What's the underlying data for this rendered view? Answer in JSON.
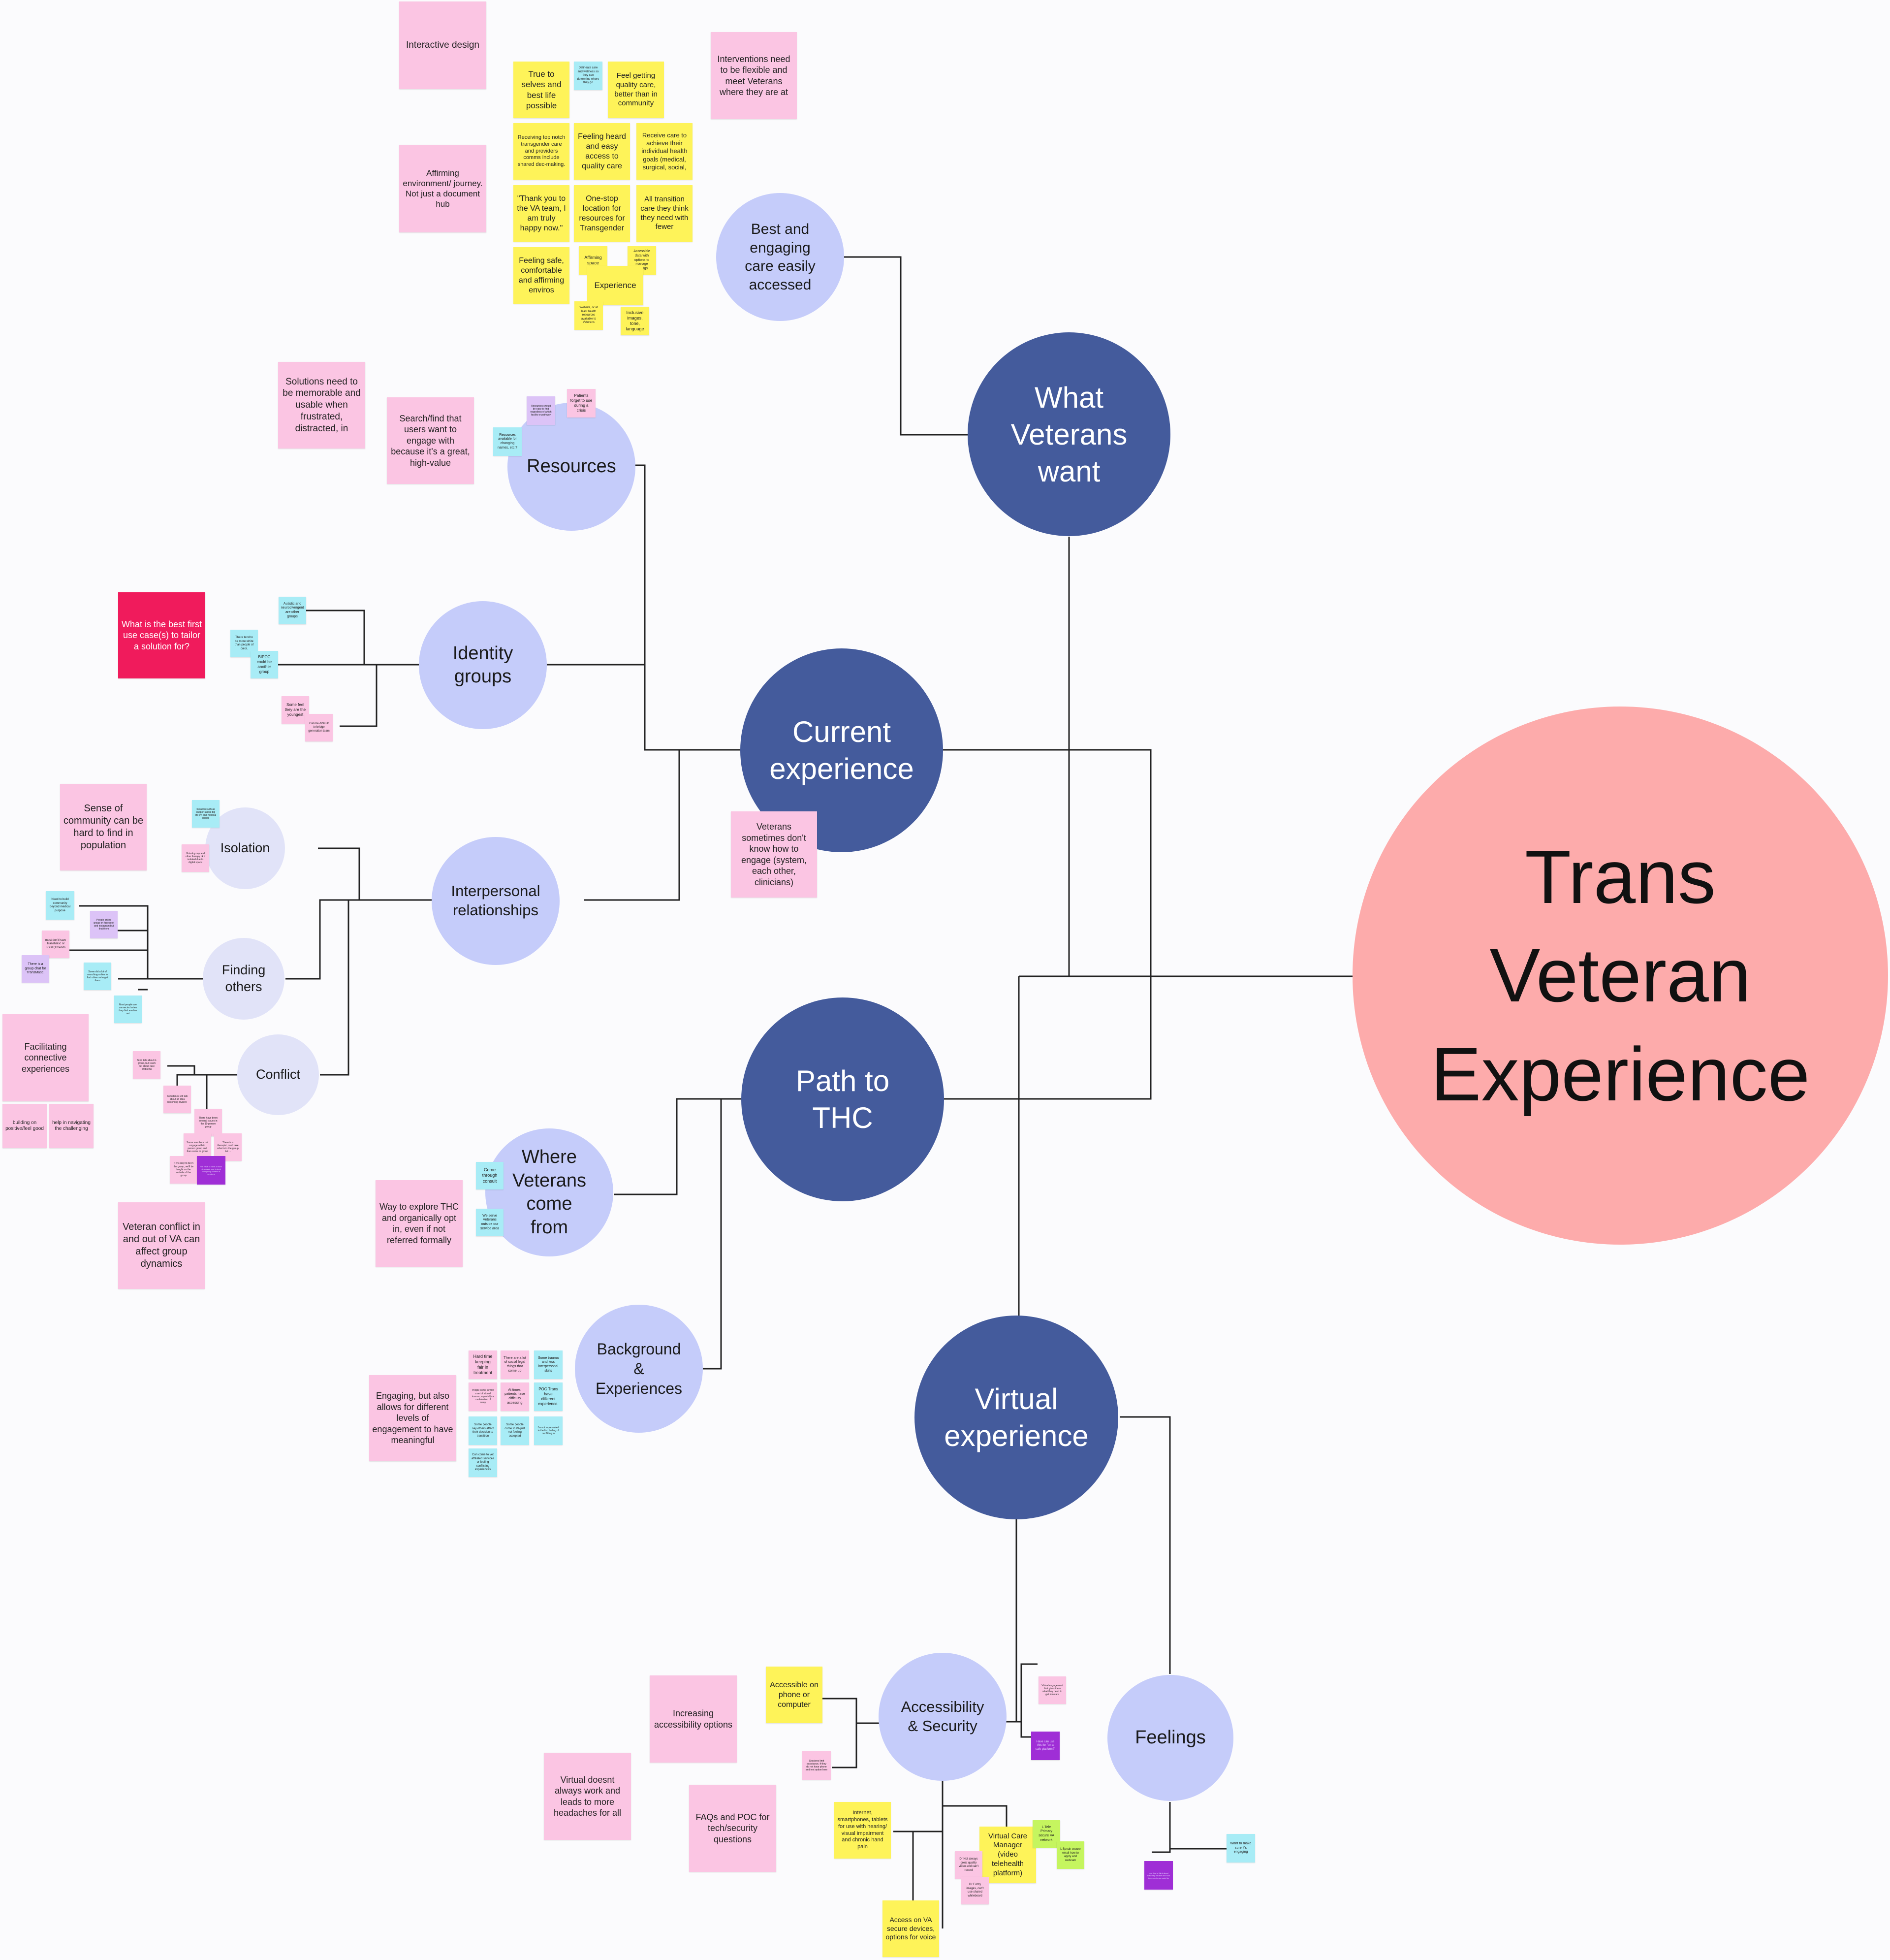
{
  "colors": {
    "root": "#fdabab",
    "primary": "#445b9c",
    "secondary": "#c5ccfa",
    "tertiary": "#e1e3f8",
    "connector": "#222222",
    "note_pink": "#fbc5e3",
    "note_yellow": "#fef359",
    "note_cyan": "#a8ecf6",
    "note_violet": "#dcc3f7",
    "note_red": "#f01b5c",
    "note_purple": "#9f2ed6",
    "note_green": "#c5f55f"
  },
  "nodes": {
    "root": "Trans\nVeteran\nExperience",
    "what_veterans_want": "What\nVeterans\nwant",
    "current_experience": "Current\nexperience",
    "path_to_thc": "Path to\nTHC",
    "virtual_experience": "Virtual\nexperience",
    "best_engaging_care": "Best and\nengaging\ncare easily\naccessed",
    "resources": "Resources",
    "identity_groups": "Identity\ngroups",
    "interpersonal_relationships": "Interpersonal\nrelationships",
    "isolation": "Isolation",
    "finding_others": "Finding\nothers",
    "conflict": "Conflict",
    "where_veterans_come_from": "Where\nVeterans\ncome\nfrom",
    "background_experiences": "Background\n&\nExperiences",
    "accessibility_security": "Accessibility\n& Security",
    "feelings": "Feelings"
  },
  "notes": {
    "interactive_design": "Interactive design",
    "affirming_environment": "Affirming environment/ journey. Not just a document hub",
    "interventions_flexible": "Interventions need to be flexible and meet Veterans where they are at",
    "true_to_selves": "True to selves and best life possible",
    "tiny_cyan_top": "Delineate care and wellness so they can determine where they go",
    "feel_quality_care": "Feel getting quality care, better than in community",
    "receiving_top_notch": "Receiving top notch transgender care and providers comms include shared dec-making.",
    "feeling_heard": "Feeling heard and easy access to quality care",
    "receive_care_goals": "Receive care to achieve their individual health goals (medical, surgical, social,",
    "thank_you_va": "\"Thank you to the VA team, I am truly happy now.\"",
    "one_stop_location": "One-stop location for resources for Transgender",
    "all_transition_care": "All transition care they think they need with fewer",
    "feeling_safe": "Feeling safe, comfortable and affirming enviros",
    "affirming_space": "Affirming space",
    "accessible_data": "Accessible data with options to manage settings",
    "experience": "Experience",
    "website_small": "Website, or at least health resources available to Veterans",
    "inclusive_images": "Inclusive images, tone, language",
    "solutions_memorable": "Solutions need to be memorable and usable when frustrated, distracted, in",
    "search_find": "Search/find that users want to engage with because it's a great, high-value",
    "resources_violet": "Resources should be easy to find regardless of which facility or pathway",
    "patients_forget": "Patients forget to use during a crisis",
    "resources_cyan": "Resources available for changing names, etc.?",
    "best_first_use_case": "What is the best first use case(s) to tailor a solution for?",
    "autistic_neuro": "Autistic and neurodivergent are other groups",
    "there_tend": "There tend to be more white than people of color.",
    "bipoc": "BIPOC could be another group",
    "some_feel_youngest": "Some feel they are the youngest",
    "can_be_difficult": "Can be difficult to bridge generation team",
    "sense_of_community": "Sense of community can be hard to find in population",
    "isolation_cyan": "Isolation such as support about big life ev. and medical issues",
    "isolation_pink": "Virtual group and other therapy ok if isolated due to digital space",
    "need_to_build": "Need to build community beyond medical purpose",
    "people_online_group": "People online group on facebook and instagram but first them",
    "most_dont_have": "most don't have TransMasc or LGBTQ friends",
    "there_is_a_group_chat": "There is a group chat for TransMasc.",
    "cyan_finding": "Some did a lot of searching online to find others who get them",
    "most_people_connect": "Most people are connected when they find another vet",
    "facilitating_connective": "Facilitating connective experiences",
    "building_positive": "building on positive/feel good",
    "help_navigating": "help in navigating the challenging",
    "tend_talk_conflict": "Tend talk about in group, but reach out about care problems",
    "sometimes_friction": "Sometimes will talk about an idea becoming divisive",
    "there_have_been_issues": "There have been several issues in the 10-person group",
    "some_members_conflict": "Some members not engage with in person group and then come to group",
    "there_is_a_therapist": "There is a therapist, can't take what is in the group but ...",
    "if_its_easy": "If it's easy to be in the group, we'll be fought on the outside of the group",
    "purple_conflict": "We have to have a more structured way to deal with group conflict in sessions",
    "veteran_conflict": "Veteran conflict in and out of VA can affect group dynamics",
    "veterans_dont_know": "Veterans sometimes don't know how to engage (system, each other, clinicians)",
    "way_to_explore": "Way to explore THC and organically opt in, even if not referred formally",
    "come_through_consult": "Come through consult",
    "we_serve_veterans": "We serve Veterans outside our service area",
    "engaging_levels": "Engaging, but also allows for different levels of engagement to have meaningful",
    "hard_time_keeping": "Hard time keeping fair in treatment",
    "there_are_lot_social": "There are a lot of social legal things that come up",
    "some_trauma": "Some trauma and less interpersonal skills",
    "people_come": "People come in with a set of stored trauma, especially a combination of many",
    "at_times_patients": "At times, patients have difficulty accessing",
    "poc_trans": "POC Trans have different experience.",
    "some_people_say": "Some people say others affect their decision to transition",
    "some_people_come": "Some people come to VA just not feeling accepted",
    "im_not_represented": "I'm not represented in the list, feeling of not fitting in",
    "can_come_vet": "Can come to vet affiliated services or feeling conflicting experiences",
    "increasing_accessibility": "Increasing accessibility options",
    "accessible_phone": "Accessible on phone or computer",
    "pink_access_small": "Sessions limit assistance, if they do not have phone and text option here",
    "virtual_doesnt_work": "Virtual doesnt always work and leads to more headaches for all",
    "faqs_poc": "FAQs and POC for tech/security questions",
    "internet_smartphones": "Internet, smartphones, tablets for use with hearing/ visual impairment and chronic hand pain",
    "access_secure_devices": "Access on VA secure devices, options for voice",
    "virtual_care_manager": "Virtual Care Manager (video telehealth platform)",
    "dr_not_always": "Dr Not always great quality video and can't record",
    "dr_fuzzy": "Dr Fuzzy images, can't use shared whiteboard",
    "l_tele_primary": "L Tele Primary secure VA network",
    "l_speak_secure": "L Speak secure email how to apply and webcam",
    "virtual_engagement": "Virtual engagement that gives them what they need to get into care",
    "have_can_used": "Have can use this for \"on a safe platform?\"",
    "want_engaging": "Want to make sure it's engaging",
    "purple_feelings": "Use this to think about how they felt like and how the experience could be"
  }
}
